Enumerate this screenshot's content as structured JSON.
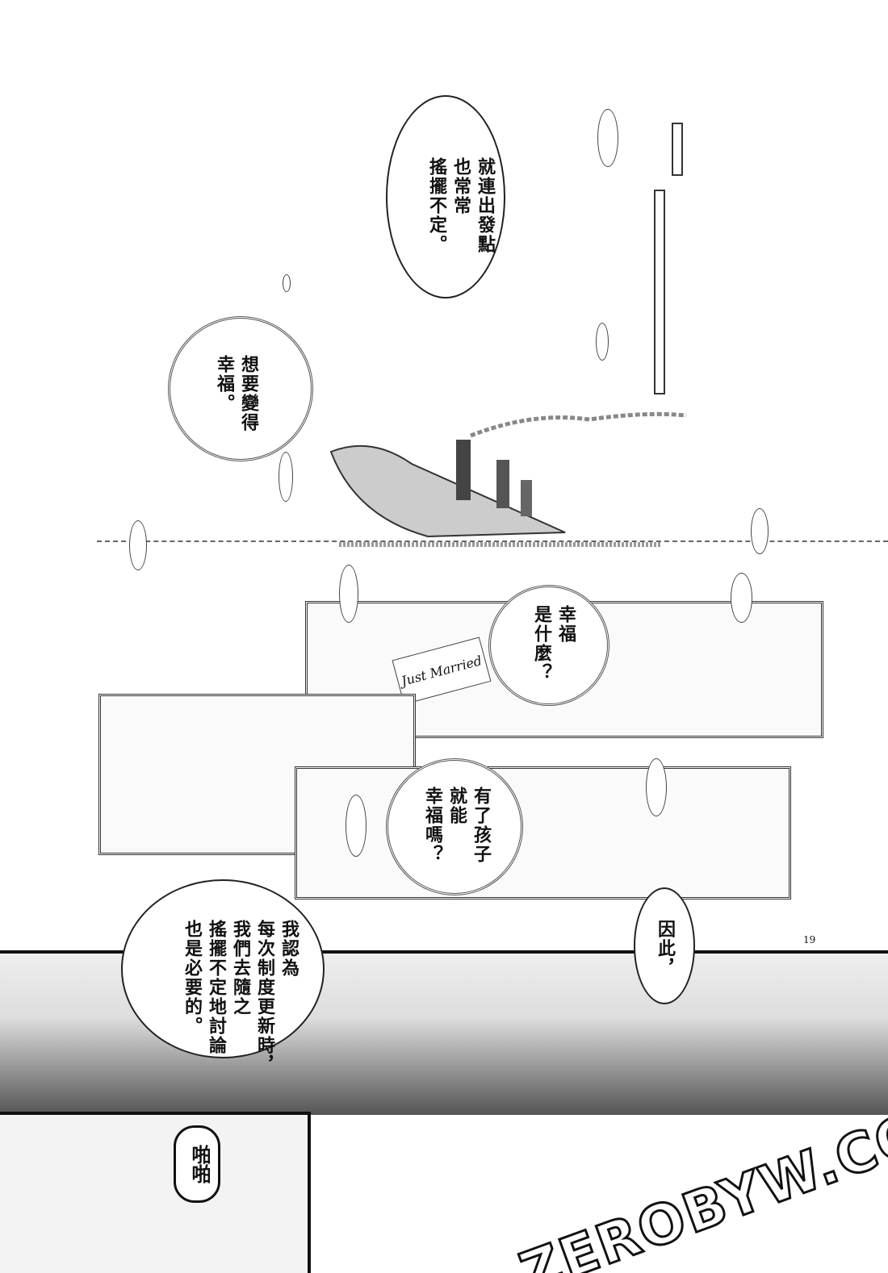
{
  "bubbles": {
    "start_point": [
      "就連出發點",
      "也常常",
      "搖擺不定。"
    ],
    "want_happy": [
      "想要變得",
      "幸福。"
    ],
    "what_is_happiness": [
      "幸福",
      "是什麼？"
    ],
    "children": [
      "有了孩子",
      "就能",
      "幸福嗎？"
    ],
    "speech": [
      "我認為",
      "每次制度更新時，",
      "我們去隨之",
      "搖擺不定地討論",
      "也是必要的。"
    ],
    "therefore": [
      "因此，"
    ]
  },
  "sfx": "啪啪",
  "card_text": "Just Married",
  "page_number": "19",
  "watermark": "ZEROBYW.COM"
}
